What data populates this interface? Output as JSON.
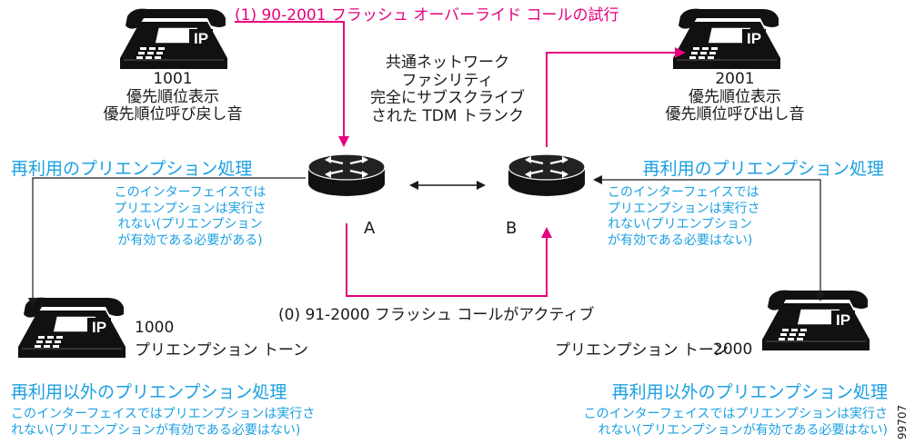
{
  "title_call_attempt": "(1) 90-2001 フラッシュ オーバーライド コールの試行",
  "active_call": "(0) 91-2000 フラッシュ コールがアクティブ",
  "network_label": [
    "共通ネットワーク",
    "ファシリティ",
    "完全にサブスクライブ",
    "された TDM トランク"
  ],
  "routers": {
    "a": "A",
    "b": "B"
  },
  "phones": {
    "p1001": {
      "number": "1001",
      "lines": [
        "優先順位表示",
        "優先順位呼び戻し音"
      ],
      "badge": "IP"
    },
    "p2001": {
      "number": "2001",
      "lines": [
        "優先順位表示",
        "優先順位呼び出し音"
      ],
      "badge": "IP"
    },
    "p1000": {
      "number": "1000",
      "tone": "プリエンプション トーン",
      "badge": "IP"
    },
    "p2000": {
      "number": "2000",
      "tone": "プリエンプション トーン",
      "badge": "IP"
    }
  },
  "reuse_left": {
    "heading": "再利用のプリエンプション処理",
    "lines": [
      "このインターフェイスでは",
      "プリエンプションは実行さ",
      "れない(プリエンプション",
      "が有効である必要がある)"
    ]
  },
  "reuse_right": {
    "heading": "再利用のプリエンプション処理",
    "lines": [
      "このインターフェイスでは",
      "プリエンプションは実行さ",
      "れない(プリエンプション",
      "が有効である必要はない)"
    ]
  },
  "nonreuse_left": {
    "heading": "再利用以外のプリエンプション処理",
    "lines": [
      "このインターフェイスではプリエンプションは実行さ",
      "れない(プリエンプションが有効である必要はない)"
    ]
  },
  "nonreuse_right": {
    "heading": "再利用以外のプリエンプション処理",
    "lines": [
      "このインターフェイスではプリエンプションは実行さ",
      "れない(プリエンプションが有効である必要はない)"
    ]
  },
  "figure_id": "99707",
  "colors": {
    "magenta": "#e6007e",
    "cyan": "#1ba0e2",
    "black": "#1a1a1a"
  }
}
